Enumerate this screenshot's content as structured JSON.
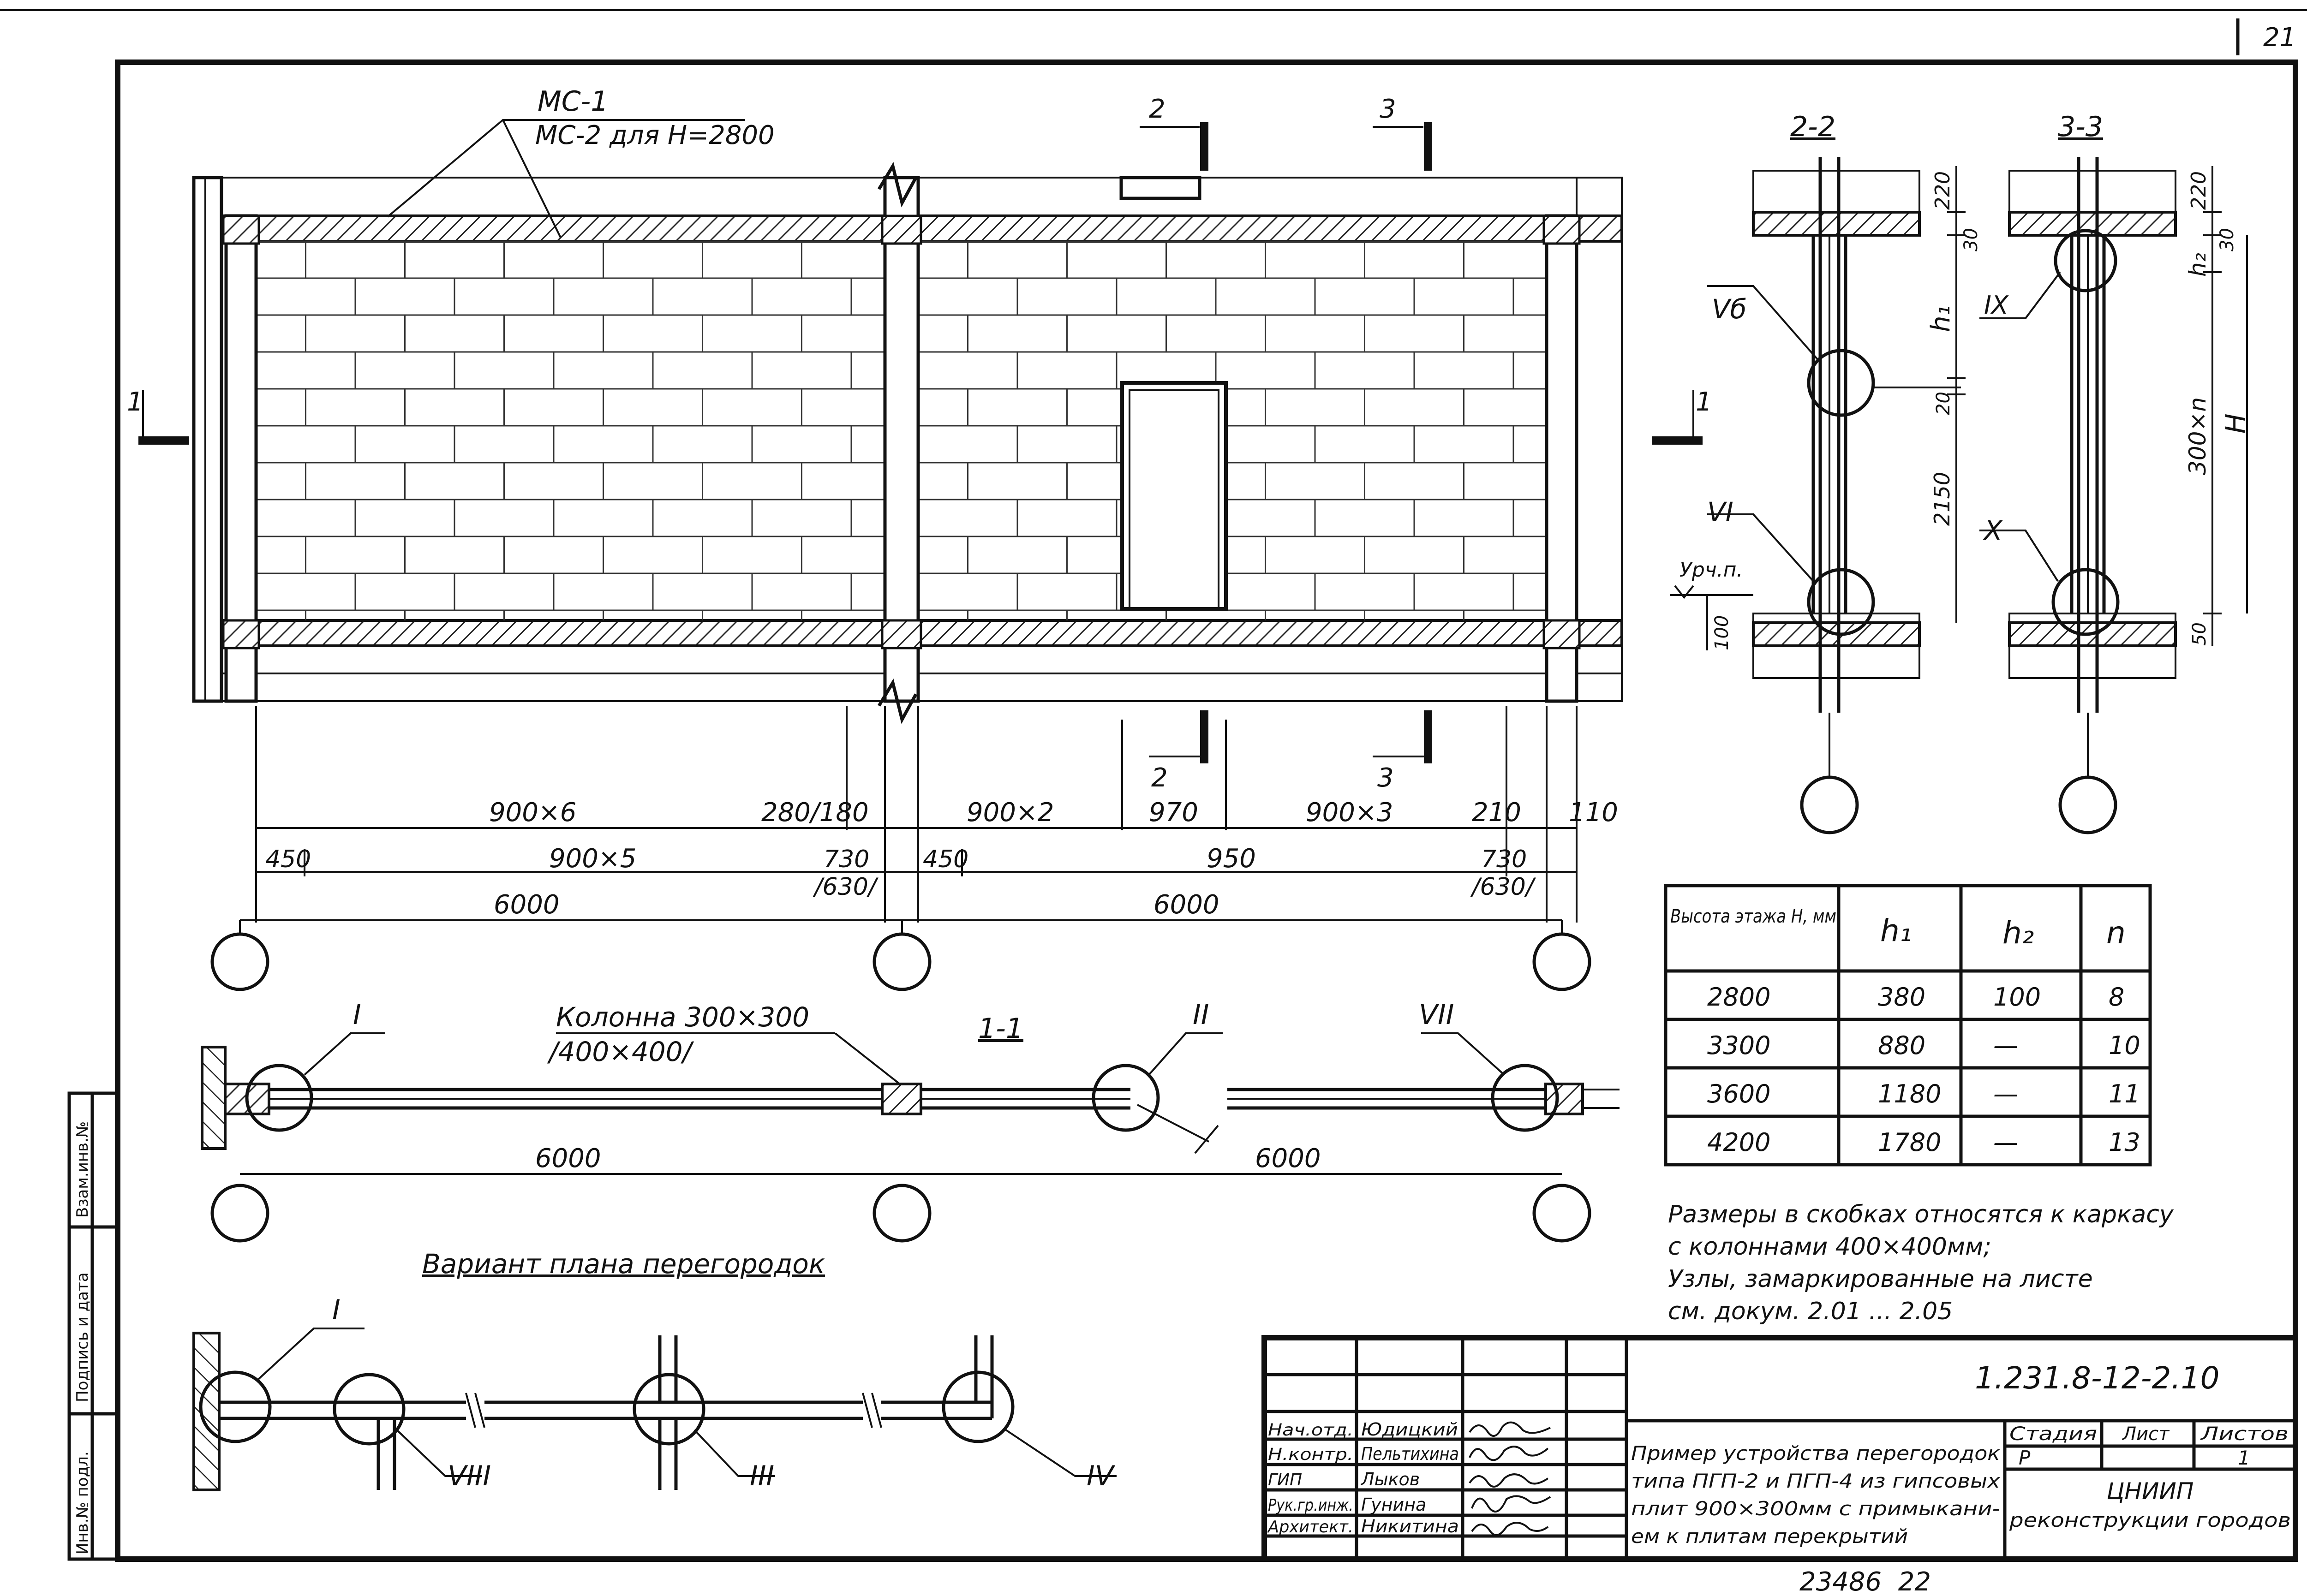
{
  "sheet": {
    "page_number": "21",
    "bottom_number": "23486  22"
  },
  "labels": {
    "ms1": "МС-1",
    "ms2": "МС-2 для Н=2800",
    "cut2": "2",
    "cut3": "3",
    "cut1": "1",
    "section_22": "2-2",
    "section_33": "3-3",
    "section_11": "1-1",
    "column": "Колонна 300×300",
    "column_alt": "/400×400/",
    "plan_variant": "Вариант плана перегородок",
    "urchp": "Урч.п."
  },
  "nodes": {
    "I": "I",
    "II": "II",
    "III": "III",
    "IV": "IV",
    "Vb": "Vб",
    "VI": "VI",
    "VII": "VII",
    "VIII": "VIII",
    "IX": "IX",
    "X": "X"
  },
  "dims": {
    "top_row": [
      "900×6",
      "280/180",
      "900×2",
      "970",
      "900×3",
      "210",
      "110"
    ],
    "mid_row": [
      "450",
      "900×5",
      "730",
      "/630/",
      "450",
      "950",
      "730",
      "/630/"
    ],
    "span_left": "6000",
    "span_right": "6000",
    "plan_left": "6000",
    "plan_right": "6000",
    "sec22": [
      "220",
      "30",
      "h₁",
      "20",
      "2150",
      "100"
    ],
    "sec33": [
      "220",
      "30",
      "h₂",
      "H",
      "300×n",
      "50"
    ]
  },
  "table": {
    "headers": [
      "Высота этажа Н, мм",
      "h₁",
      "h₂",
      "n"
    ],
    "rows": [
      [
        "2800",
        "380",
        "100",
        "8"
      ],
      [
        "3300",
        "880",
        "—",
        "10"
      ],
      [
        "3600",
        "1180",
        "—",
        "11"
      ],
      [
        "4200",
        "1780",
        "—",
        "13"
      ]
    ]
  },
  "notes": [
    "Размеры в скобках относятся к каркасу",
    "с колоннами 400×400мм;",
    "Узлы, замаркированные на листе",
    "см. докум. 2.01 ... 2.05"
  ],
  "side_stamp": [
    "Инв.№ подл.",
    "Подпись и дата",
    "Взам.инв.№"
  ],
  "title_block": {
    "doc_code": "1.231.8-12-2.10",
    "title_lines": [
      "Пример устройства перегородок",
      "типа ПГП-2 и ПГП-4 из гипсовых",
      "плит 900×300мм с примыкани-",
      "ем к плитам перекрытий"
    ],
    "stage_header": "Стадия",
    "sheet_header": "Лист",
    "sheets_header": "Листов",
    "stage": "Р",
    "sheet": "1",
    "org_lines": [
      "ЦНИИП",
      "реконструкции городов"
    ],
    "roles": [
      "Нач.отд.",
      "Н.контр.",
      "ГИП",
      "Рук.гр.инж.",
      "Архитект."
    ],
    "names": [
      "Юдицкий",
      "Пельтихина",
      "Лыков",
      "Гунина",
      "Никитина"
    ]
  }
}
